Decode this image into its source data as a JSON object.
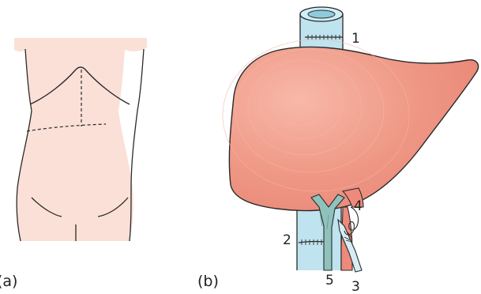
{
  "panels": [
    {
      "label": "(a)"
    },
    {
      "label": "(b)"
    }
  ],
  "callouts": [
    "1",
    "2",
    "3",
    "4",
    "5"
  ],
  "colors": {
    "skin": "#fbe0d8",
    "liver": "#ef9484",
    "liver_highlight": "#f7b3a4",
    "ivc": "#bfe3ef",
    "ivc_dark": "#8fcbdc",
    "portal": "#8fc2bd",
    "artery": "#ee8a7c",
    "duct": "#d6eef3",
    "outline": "#2a2a2a"
  }
}
